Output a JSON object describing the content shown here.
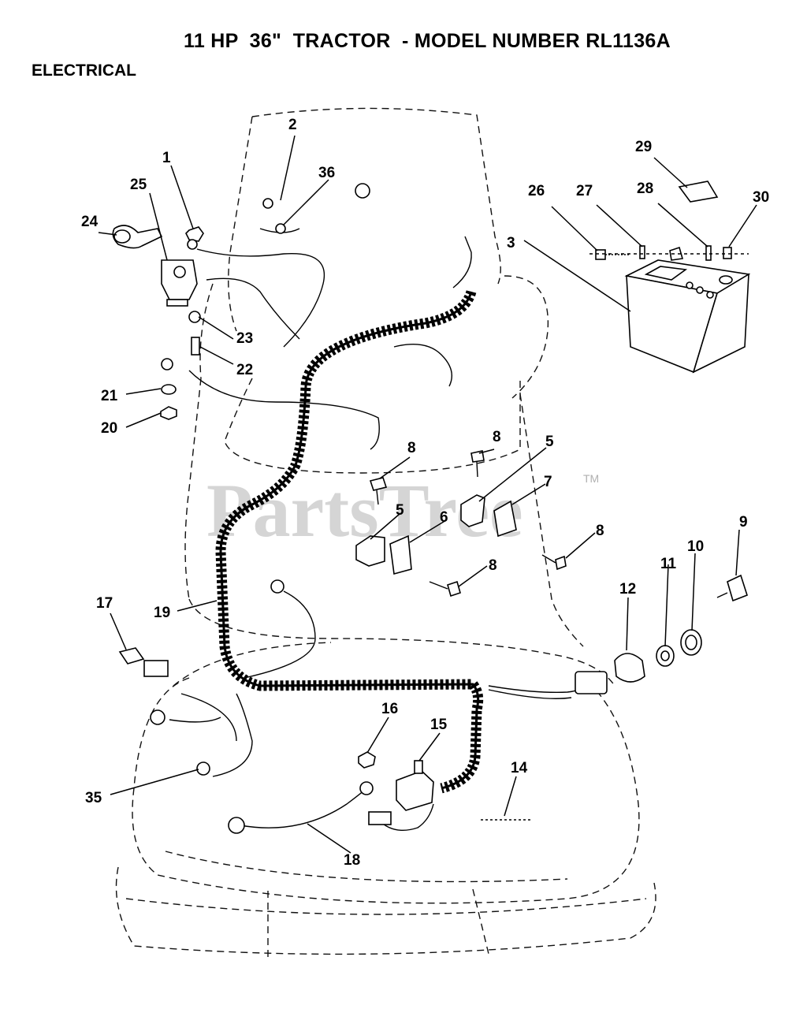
{
  "header": {
    "title": "11 HP  36\"  TRACTOR  - MODEL NUMBER RL1136A",
    "section": "ELECTRICAL"
  },
  "watermark": {
    "text": "PartsTree",
    "trademark": "TM",
    "color": "#c8c8c8"
  },
  "callouts": {
    "c1": "1",
    "c2": "2",
    "c3": "3",
    "c5a": "5",
    "c5b": "5",
    "c6": "6",
    "c7": "7",
    "c8a": "8",
    "c8b": "8",
    "c8c": "8",
    "c8d": "8",
    "c9": "9",
    "c10": "10",
    "c11": "11",
    "c12": "12",
    "c14": "14",
    "c15": "15",
    "c16": "16",
    "c17": "17",
    "c18": "18",
    "c19": "19",
    "c20": "20",
    "c21": "21",
    "c22": "22",
    "c23": "23",
    "c24": "24",
    "c25": "25",
    "c26": "26",
    "c27": "27",
    "c28": "28",
    "c29": "29",
    "c30": "30",
    "c35": "35",
    "c36": "36"
  }
}
